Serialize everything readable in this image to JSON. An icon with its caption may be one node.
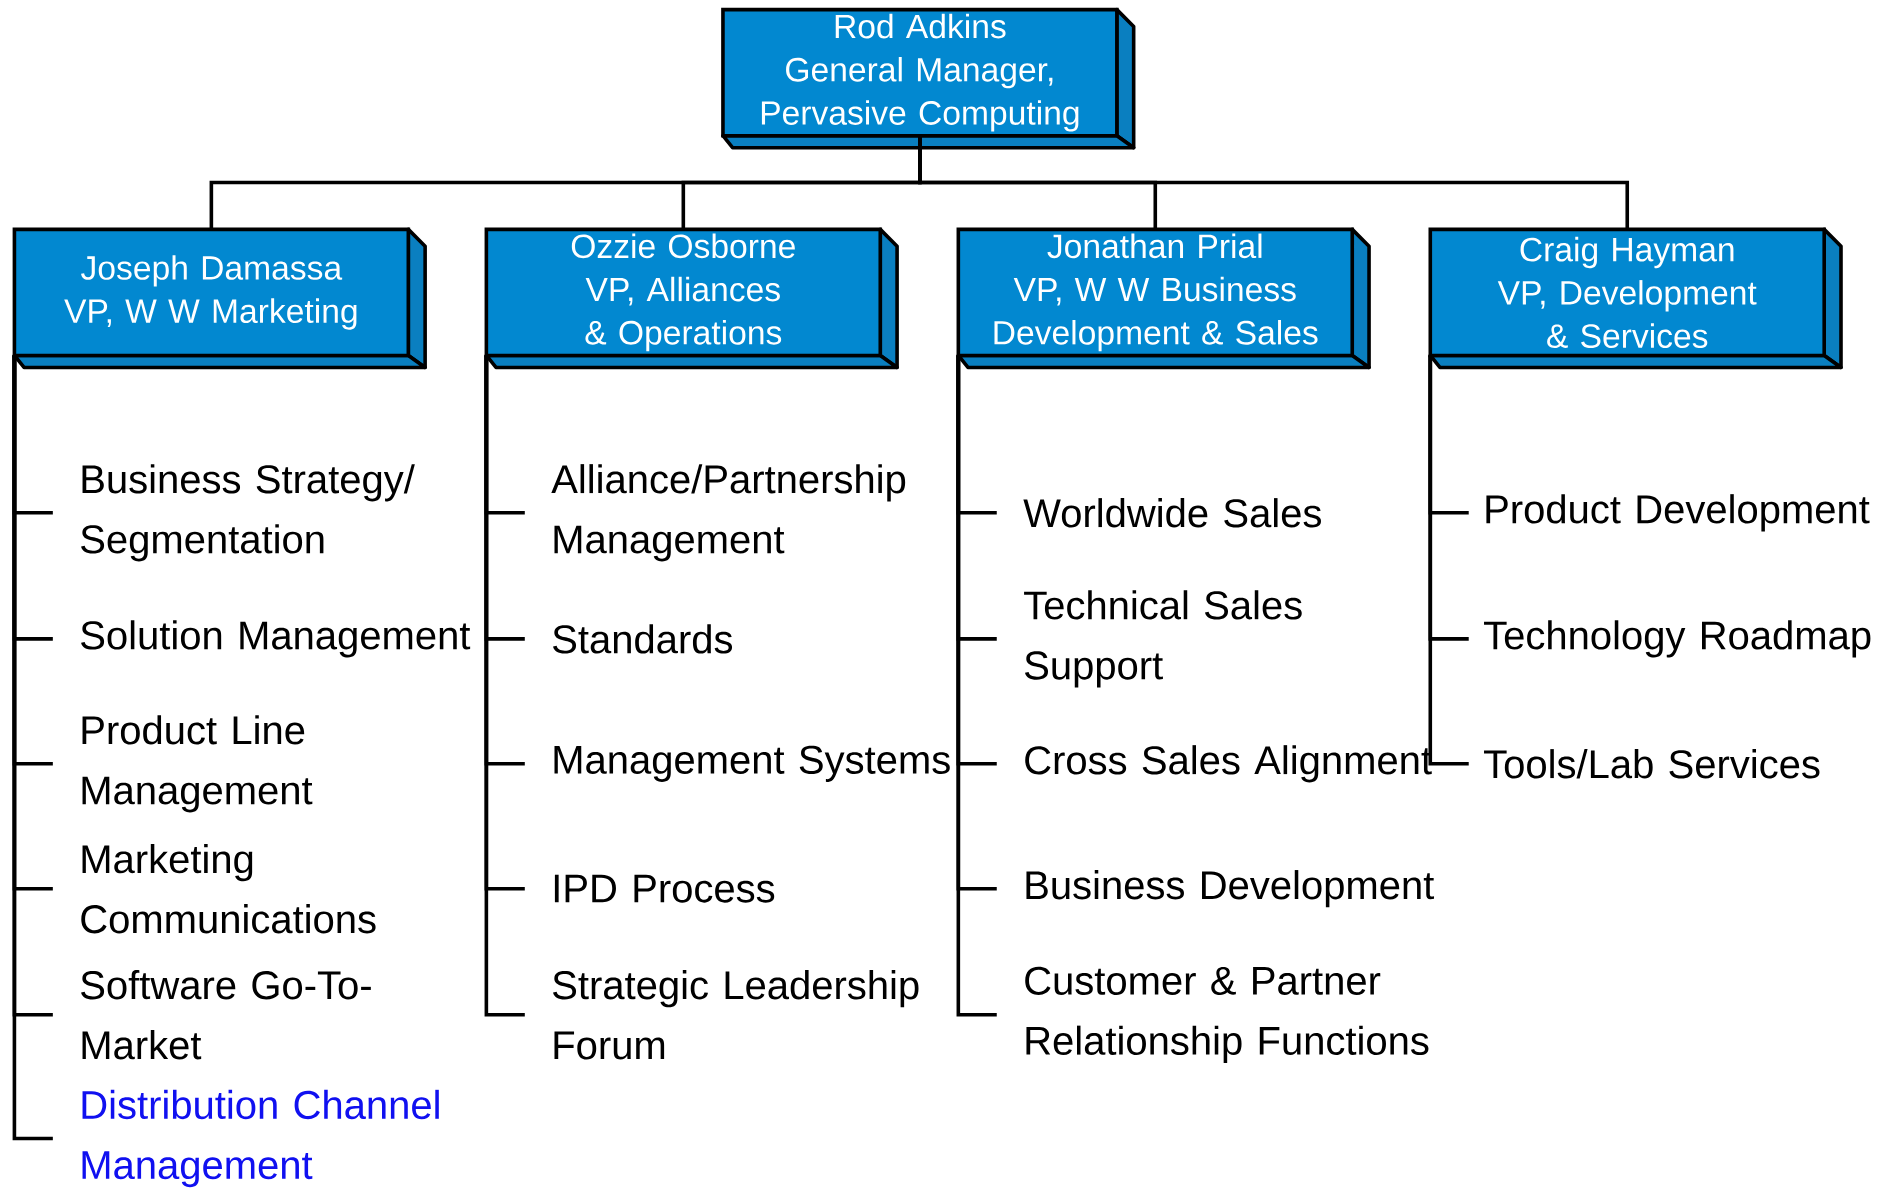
{
  "diagram": {
    "nodes": [
      {
        "text": [
          "Rod Adkins",
          "General Manager, Pervasive Computing"
        ]
      },
      {
        "text": [
          "Joseph Damassa",
          "VP, W W Marketing"
        ]
      },
      {
        "text": [
          "Ozzie Osborne",
          "VP, Alliances & Operations"
        ]
      },
      {
        "text": [
          "Jonathan Prial",
          "VP, W W Business Development & Sales"
        ]
      },
      {
        "text": [
          "Craig Hayman",
          "VP, Development & Services"
        ]
      },
      {
        "text": [
          "Business Strategy/ Segmentation"
        ]
      },
      {
        "text": [
          "Solution Management"
        ]
      },
      {
        "text": [
          "Product Line Management"
        ]
      },
      {
        "text": [
          "Marketing Communications"
        ]
      },
      {
        "text": [
          "Software Go-To-Market"
        ]
      },
      {
        "text": [
          "Distribution Channel Management"
        ]
      },
      {
        "text": [
          "Alliance/Partnership Management"
        ]
      },
      {
        "text": [
          "Standards"
        ]
      },
      {
        "text": [
          "Management Systems"
        ]
      },
      {
        "text": [
          "IPD Process"
        ]
      },
      {
        "text": [
          "Strategic Leadership Forum"
        ]
      },
      {
        "text": [
          "Worldwide Sales"
        ]
      },
      {
        "text": [
          "Technical Sales Support"
        ]
      },
      {
        "text": [
          "Cross Sales Alignment"
        ]
      },
      {
        "text": [
          "Business Development"
        ]
      },
      {
        "text": [
          "Customer & Partner Relationship Functions"
        ]
      },
      {
        "text": [
          "Product Development"
        ]
      },
      {
        "text": [
          "Technology Roadmap"
        ]
      },
      {
        "text": [
          "Tools/Lab Services"
        ]
      }
    ],
    "edges": [
      {
        "from": 0,
        "to": 1,
        "arrow": "none"
      },
      {
        "from": 0,
        "to": 2,
        "arrow": "none"
      },
      {
        "from": 0,
        "to": 3,
        "arrow": "none"
      },
      {
        "from": 0,
        "to": 4,
        "arrow": "none"
      },
      {
        "from": 1,
        "to": 5,
        "arrow": "none"
      },
      {
        "from": 1,
        "to": 6,
        "arrow": "none"
      },
      {
        "from": 1,
        "to": 7,
        "arrow": "none"
      },
      {
        "from": 1,
        "to": 8,
        "arrow": "none"
      },
      {
        "from": 1,
        "to": 9,
        "arrow": "none"
      },
      {
        "from": 1,
        "to": 10,
        "arrow": "none"
      },
      {
        "from": 2,
        "to": 11,
        "arrow": "none"
      },
      {
        "from": 2,
        "to": 12,
        "arrow": "none"
      },
      {
        "from": 2,
        "to": 13,
        "arrow": "none"
      },
      {
        "from": 2,
        "to": 14,
        "arrow": "none"
      },
      {
        "from": 2,
        "to": 15,
        "arrow": "none"
      },
      {
        "from": 3,
        "to": 16,
        "arrow": "none"
      },
      {
        "from": 3,
        "to": 17,
        "arrow": "none"
      },
      {
        "from": 3,
        "to": 18,
        "arrow": "none"
      },
      {
        "from": 3,
        "to": 19,
        "arrow": "none"
      },
      {
        "from": 3,
        "to": 20,
        "arrow": "none"
      },
      {
        "from": 4,
        "to": 21,
        "arrow": "none"
      },
      {
        "from": 4,
        "to": 22,
        "arrow": "none"
      },
      {
        "from": 4,
        "to": 23,
        "arrow": "none"
      }
    ]
  }
}
